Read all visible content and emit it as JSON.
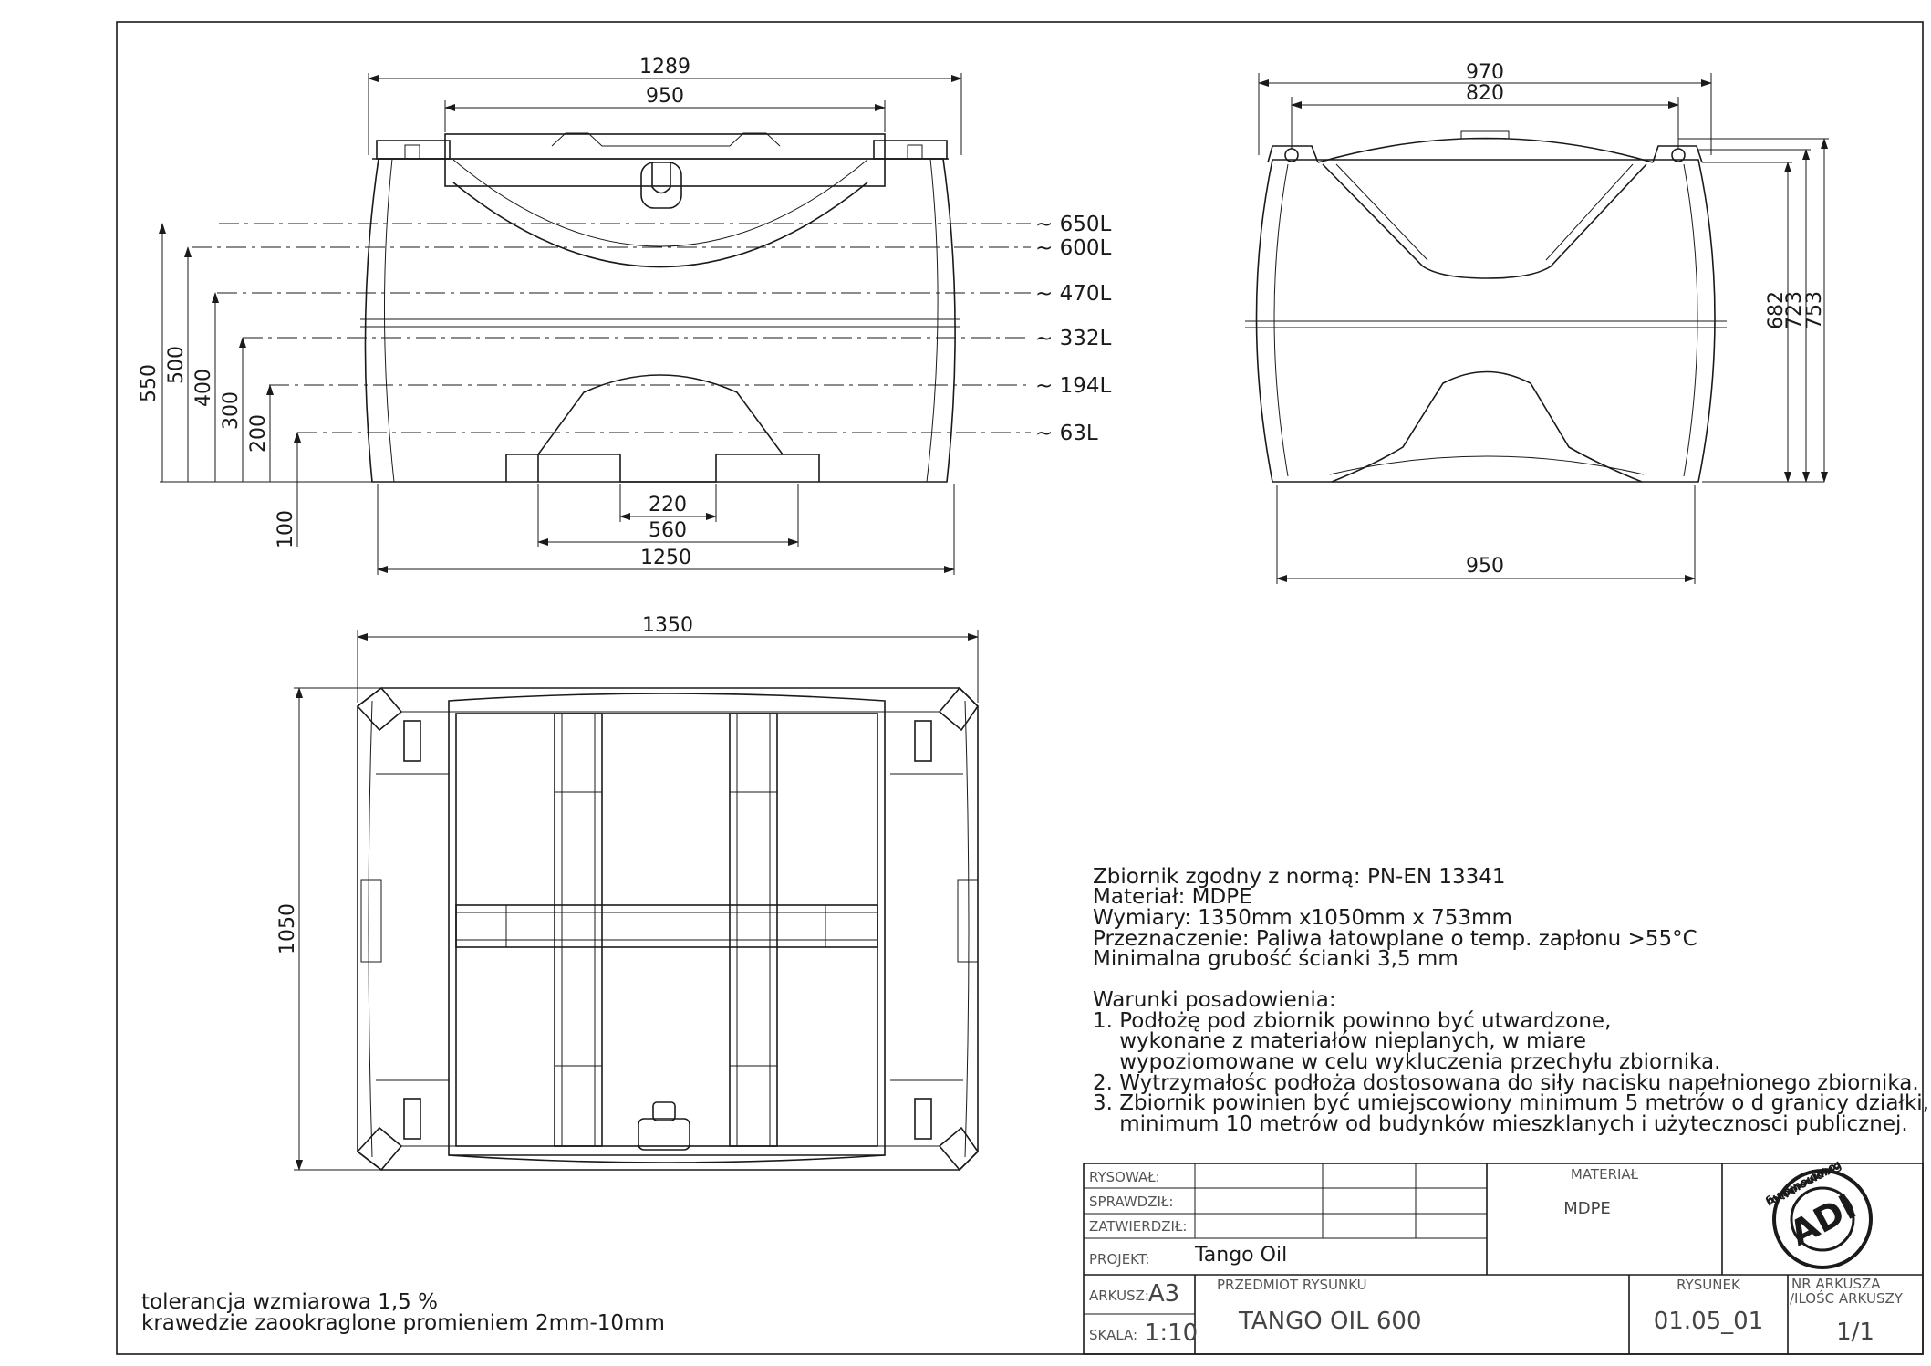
{
  "front_view": {
    "dim_top_outer": "1289",
    "dim_top_inner": "950",
    "dim_base_220": "220",
    "dim_base_560": "560",
    "dim_base_1250": "1250",
    "dim_h_100": "100",
    "dim_h_200": "200",
    "dim_h_300": "300",
    "dim_h_400": "400",
    "dim_h_500": "500",
    "dim_h_550": "550",
    "levels": [
      "~ 650L",
      "~ 600L",
      "~ 470L",
      "~ 332L",
      "~ 194L",
      "~ 63L"
    ]
  },
  "side_view": {
    "dim_top_outer": "970",
    "dim_top_inner": "820",
    "dim_bottom": "950",
    "dim_h_682": "682",
    "dim_h_723": "723",
    "dim_h_753": "753"
  },
  "top_view": {
    "dim_width": "1350",
    "dim_height": "1050"
  },
  "specs": {
    "lines": [
      "Zbiornik zgodny z  normą: PN-EN 13341",
      "Materiał: MDPE",
      "Wymiary: 1350mm x1050mm x 753mm",
      "Przeznaczenie: Paliwa łatowplane o temp. zapłonu >55°C",
      "Minimalna grubość ścianki 3,5 mm"
    ],
    "conditions_title": "Warunki posadowienia:",
    "conditions": [
      "1. Podłożę pod zbiornik powinno być utwardzone,",
      "    wykonane z materiałów nieplanych, w miare",
      "    wypoziomowane w celu wykluczenia przechyłu zbiornika.",
      "2. Wytrzymałośc podłoża dostosowana do siły nacisku napełnionego zbiornika.",
      "3. Zbiornik powinien być umiejscowiony minimum 5 metrów o d granicy działki,",
      "    minimum 10 metrów od budynków mieszklanych i użytecznosci publicznej."
    ]
  },
  "tolerance": {
    "line1": "tolerancja wzmiarowa 1,5 %",
    "line2": "krawedzie zaookraglone promieniem 2mm-10mm"
  },
  "title_block": {
    "rysowal_label": "RYSOWAŁ:",
    "sprawdzil_label": "SPRAWDZIŁ:",
    "zatwierdzil_label": "ZATWIERDZIŁ:",
    "projekt_label": "PROJEKT:",
    "projekt_value": "Tango Oil",
    "material_label": "MATERIAŁ",
    "material_value": "MDPE",
    "arkusz_label": "ARKUSZ:",
    "arkusz_value": "A3",
    "skala_label": "SKALA:",
    "skala_value": "1:10",
    "przedmiot_label": "PRZEDMIOT RYSUNKU",
    "przedmiot_value": "TANGO OIL 600",
    "rysunek_label": "RYSUNEK",
    "rysunek_value": "01.05_01",
    "nr_arkusza_label": "NR ARKUSZA",
    "ilosc_arkuszy_label": "/ILOŚC ARKUSZY",
    "nr_arkusza_value": "1/1",
    "logo_text_top": "rotomoulding",
    "logo_text_mid": "ADI",
    "logo_text_bottom": "rotomoulding"
  }
}
